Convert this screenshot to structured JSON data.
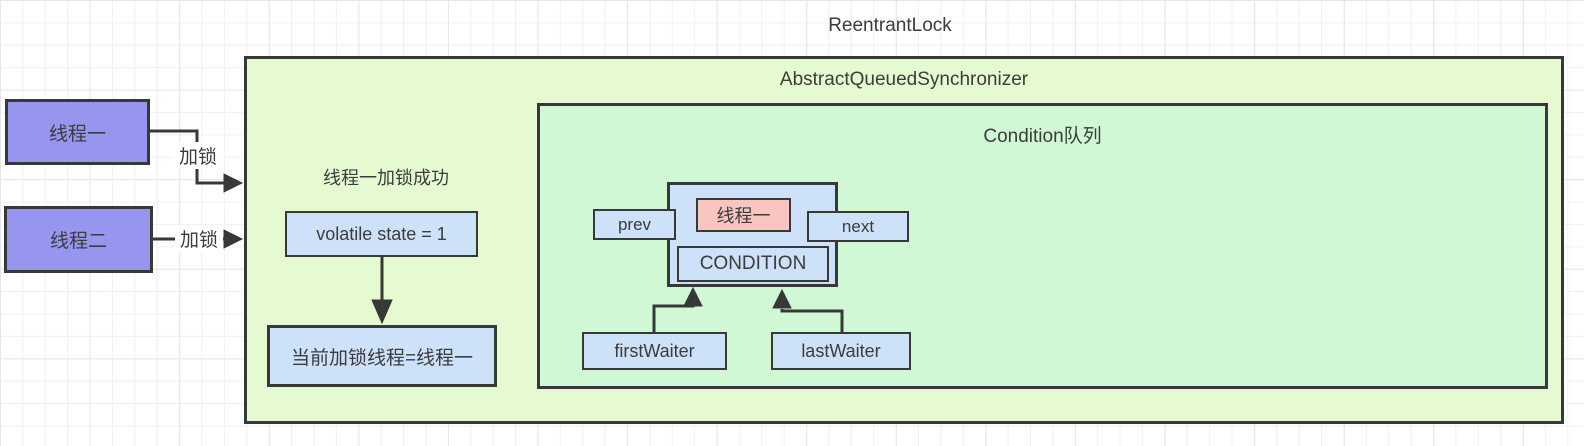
{
  "title": {
    "text": "ReentrantLock"
  },
  "aqs_box": {
    "label": "AbstractQueuedSynchronizer"
  },
  "condition_box": {
    "label": "Condition队列"
  },
  "thread1_box": {
    "label": "线程一"
  },
  "thread2_box": {
    "label": "线程二"
  },
  "lock_arrow1": {
    "label": "加锁"
  },
  "lock_arrow2": {
    "label": "加锁"
  },
  "lock_success_text": {
    "text": "线程一加锁成功"
  },
  "state_box": {
    "label": "volatile state = 1"
  },
  "owner_box": {
    "label": "当前加锁线程=线程一"
  },
  "waiter_node": {
    "prev_label": "prev",
    "next_label": "next",
    "thread_label": "线程一",
    "state_label": "CONDITION"
  },
  "first_waiter_box": {
    "label": "firstWaiter"
  },
  "last_waiter_box": {
    "label": "lastWaiter"
  },
  "colors": {
    "outer_container_fill": "#e5fad1",
    "inner_container_fill": "#d0f8d4",
    "thread_box_fill": "#9796ef",
    "info_box_fill": "#cde1f9",
    "node_thread_fill": "#f9c5c1",
    "border": "#383838"
  }
}
